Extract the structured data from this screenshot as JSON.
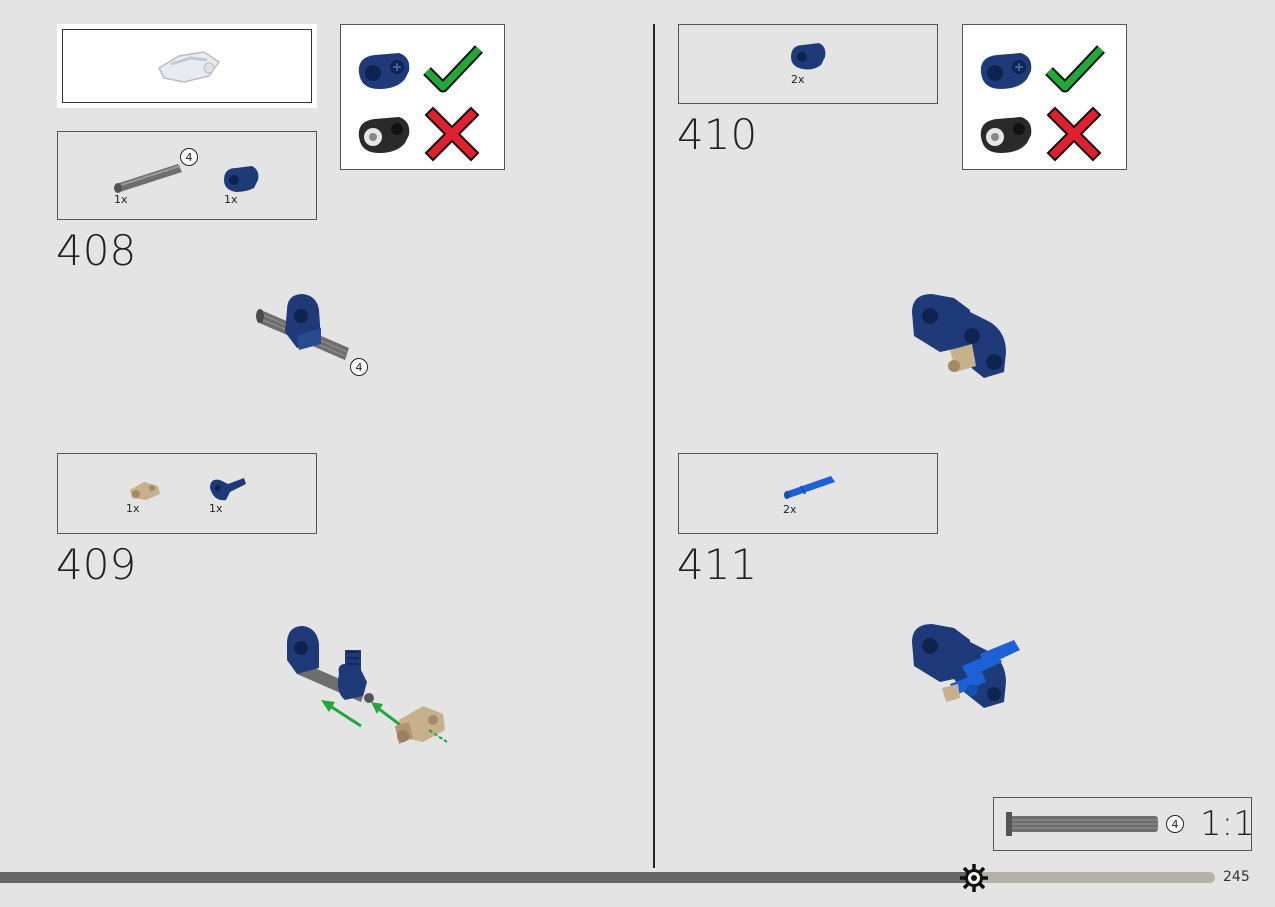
{
  "steps": {
    "s408": "408",
    "s409": "409",
    "s410": "410",
    "s411": "411"
  },
  "parts_lists": {
    "s408": {
      "axle_qty": "1x",
      "connector_qty": "1x",
      "axle_length": "4"
    },
    "s409": {
      "bush_qty": "1x",
      "connector_qty": "1x"
    },
    "s410": {
      "connector_qty": "2x"
    },
    "s411": {
      "pin_qty": "2x"
    }
  },
  "callouts": {
    "assembly_axle_length": "4",
    "scale_axle_length": "4"
  },
  "scale_box": {
    "ratio": "1:1"
  },
  "page_number": "245",
  "colors": {
    "dark_blue": "#1e3a78",
    "medium_blue": "#1c62d6",
    "tan": "#c8b08c",
    "gray_axle": "#6e6e6e",
    "check_green": "#22a83a",
    "cross_red": "#e0202c",
    "background": "#e4e4e4"
  },
  "icons": {
    "check": "check-mark-icon",
    "cross": "cross-mark-icon",
    "gear": "gear-icon"
  }
}
